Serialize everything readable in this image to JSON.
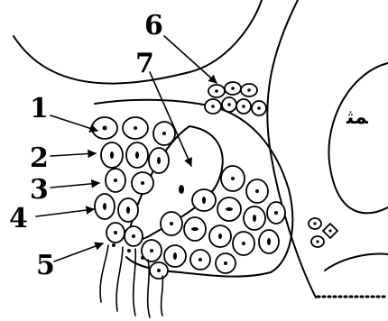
{
  "diagram": {
    "labels": [
      "1",
      "2",
      "3",
      "4",
      "5",
      "6",
      "7"
    ],
    "text_fragment": "ﻤﺜ",
    "dotted_rule": true
  },
  "colors": {
    "ink": "#000000",
    "paper": "#ffffff"
  }
}
